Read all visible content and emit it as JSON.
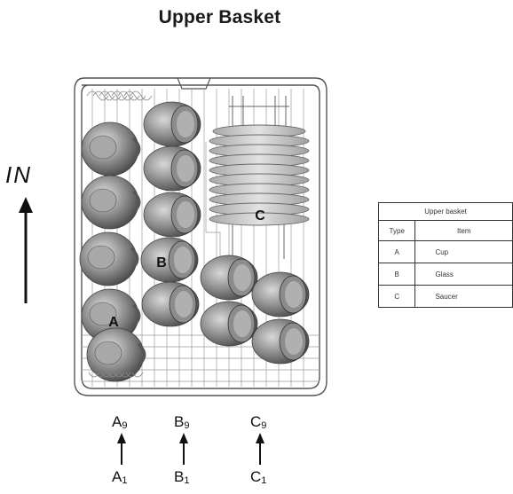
{
  "title": "Upper Basket",
  "direction_label": "IN",
  "groups": [
    {
      "type": "A",
      "top": "A9",
      "bottom": "A1"
    },
    {
      "type": "B",
      "top": "B9",
      "bottom": "B1"
    },
    {
      "type": "C",
      "top": "C9",
      "bottom": "C1"
    }
  ],
  "legend": {
    "caption": "Upper basket",
    "headers": [
      "Type",
      "Item"
    ],
    "rows": [
      {
        "type": "A",
        "item": "Cup"
      },
      {
        "type": "B",
        "item": "Glass"
      },
      {
        "type": "C",
        "item": "Saucer"
      }
    ]
  }
}
